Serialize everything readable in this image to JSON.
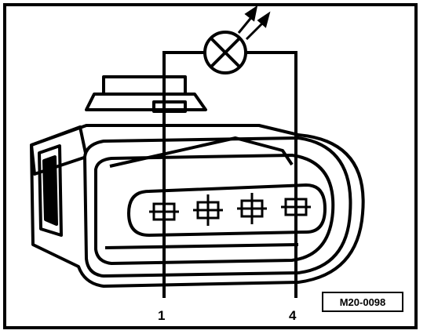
{
  "diagram": {
    "pin_labels": [
      "1",
      "4"
    ],
    "figure_id": "M20-0098",
    "components": [
      "connector-housing",
      "lamp-symbol",
      "test-lead-pin-1",
      "test-lead-pin-4"
    ]
  }
}
